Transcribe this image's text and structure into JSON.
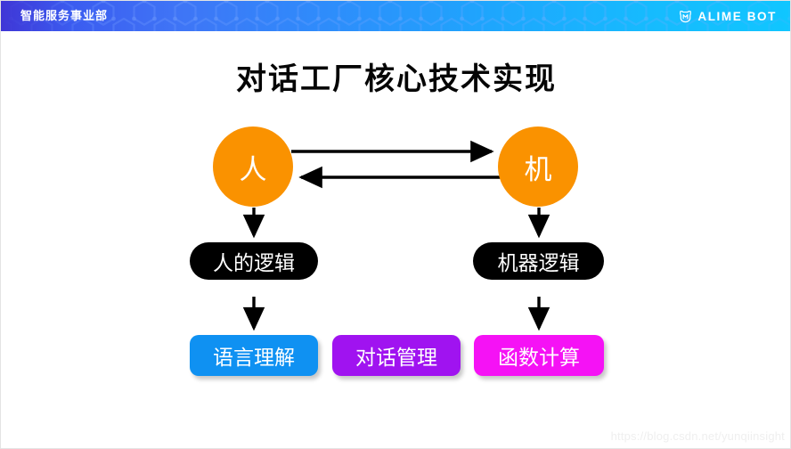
{
  "header": {
    "department_label": "智能服务事业部",
    "brand_text": "ALIME BOT",
    "brand_icon": "alime-shield-icon",
    "gradient_left": "#3f36d6",
    "gradient_right": "#10c6ff",
    "pattern": "hexagon-honeycomb"
  },
  "slide": {
    "title": "对话工厂核心技术实现",
    "background": "#ffffff"
  },
  "diagram": {
    "nodes": [
      {
        "id": "human",
        "label": "人",
        "shape": "circle",
        "color": "#fa9200",
        "text_color": "#ffffff"
      },
      {
        "id": "machine",
        "label": "机",
        "shape": "circle",
        "color": "#fa9200",
        "text_color": "#ffffff"
      }
    ],
    "logic_boxes": [
      {
        "id": "human-logic",
        "label": "人的逻辑",
        "color": "#000000",
        "text_color": "#ffffff"
      },
      {
        "id": "machine-logic",
        "label": "机器逻辑",
        "color": "#000000",
        "text_color": "#ffffff"
      }
    ],
    "tech_boxes": [
      {
        "id": "nlu",
        "label": "语言理解",
        "color": "#0f91f2",
        "text_color": "#ffffff"
      },
      {
        "id": "dm",
        "label": "对话管理",
        "color": "#a013f0",
        "text_color": "#ffffff"
      },
      {
        "id": "fc",
        "label": "函数计算",
        "color": "#f512f5",
        "text_color": "#ffffff"
      }
    ],
    "arrows": [
      {
        "id": "human-to-machine",
        "direction": "right",
        "from": "human",
        "to": "machine"
      },
      {
        "id": "machine-to-human",
        "direction": "left",
        "from": "machine",
        "to": "human"
      },
      {
        "id": "human-to-human-logic",
        "direction": "down",
        "from": "human",
        "to": "human-logic"
      },
      {
        "id": "machine-to-machine-logic",
        "direction": "down",
        "from": "machine",
        "to": "machine-logic"
      },
      {
        "id": "human-logic-to-nlu",
        "direction": "down",
        "from": "human-logic",
        "to": "nlu"
      },
      {
        "id": "machine-logic-to-fc",
        "direction": "down",
        "from": "machine-logic",
        "to": "fc"
      }
    ],
    "arrow_color": "#000000"
  },
  "watermark": {
    "text": "https://blog.csdn.net/yunqiinsight"
  }
}
